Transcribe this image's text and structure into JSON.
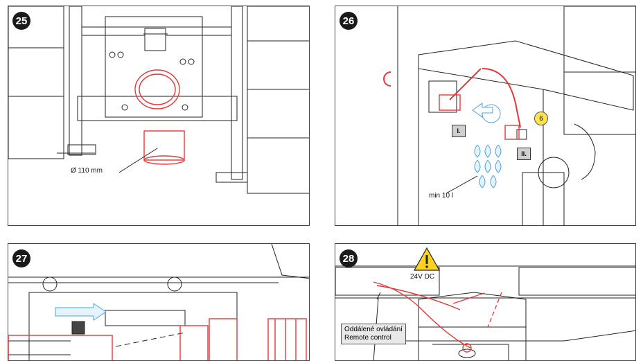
{
  "panels": [
    {
      "number": "25",
      "labels": {
        "pipe_diameter": "Ø 110 mm"
      }
    },
    {
      "number": "26",
      "labels": {
        "min_volume": "min 10 l",
        "step1": "I.",
        "step2": "II.",
        "marker": "6"
      }
    },
    {
      "number": "27"
    },
    {
      "number": "28",
      "labels": {
        "voltage": "24V DC",
        "remote_cz": "Oddálené ovládání",
        "remote_en": "Remote control"
      }
    }
  ],
  "colors": {
    "highlight": "#e53935",
    "water": "#4aa3e0",
    "warning": "#ffd21f",
    "ink": "#222222"
  }
}
